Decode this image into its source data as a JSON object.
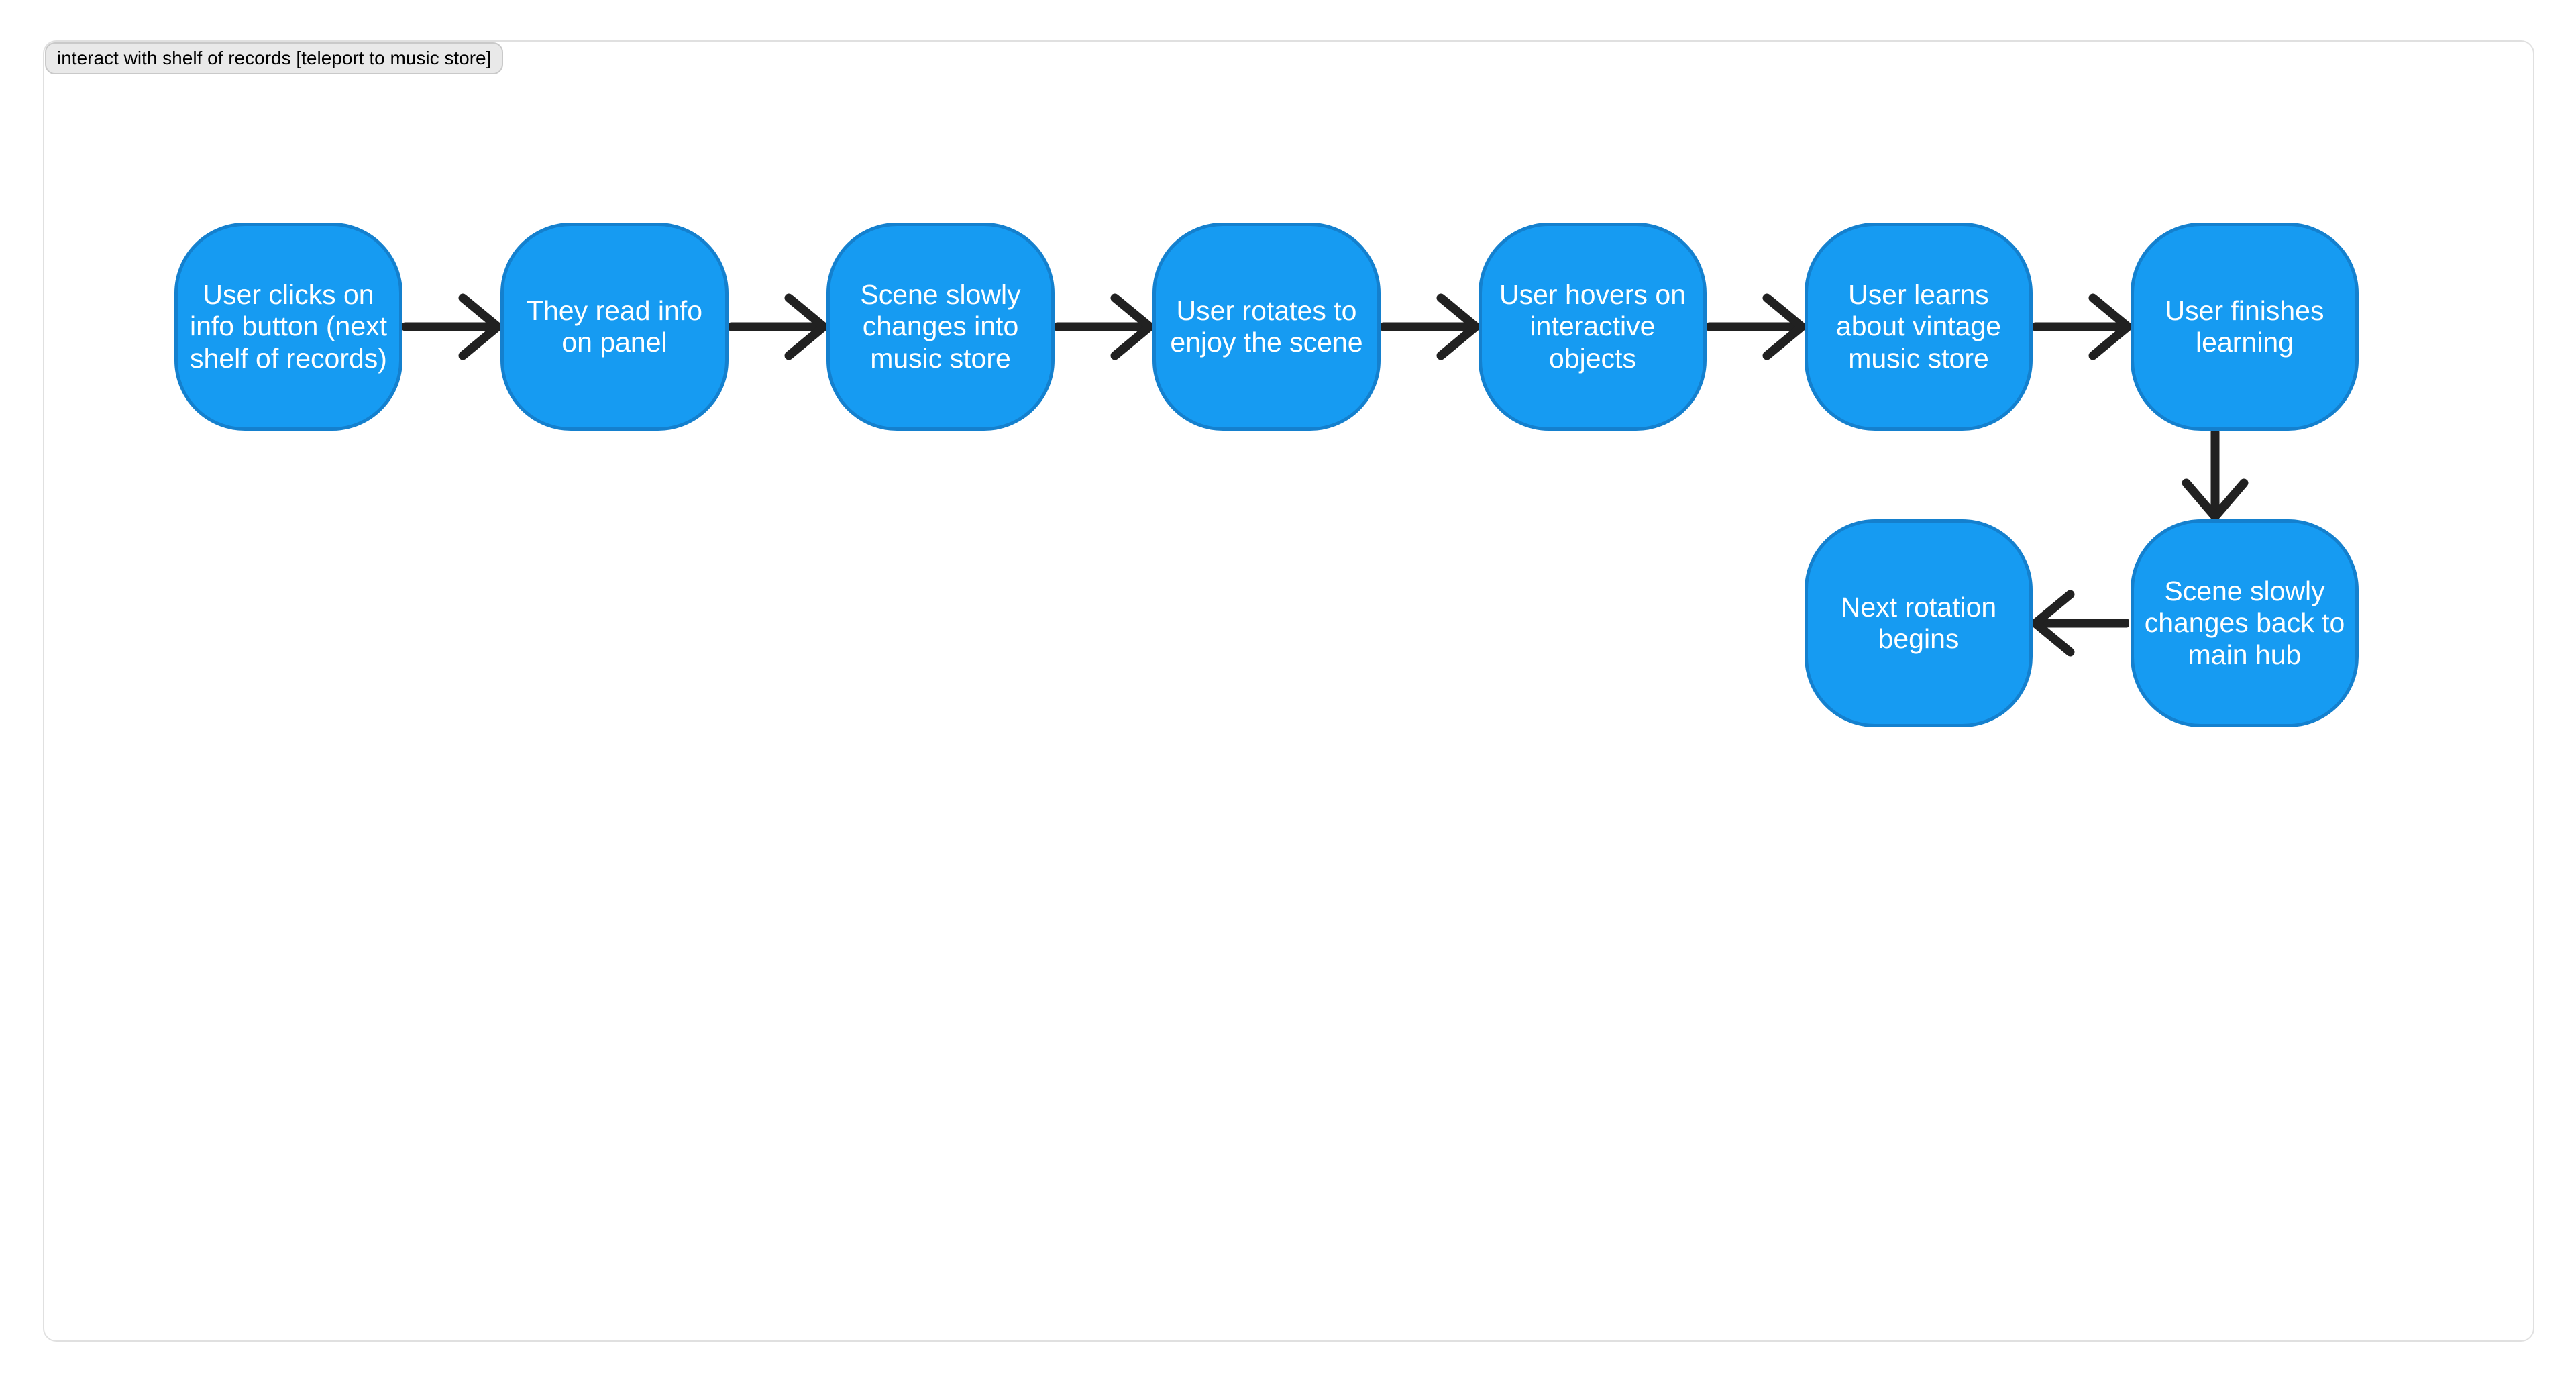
{
  "diagram": {
    "label": "interact with shelf of records [teleport to music store]",
    "nodes": [
      {
        "id": "user-clicks-info-button",
        "text": "User clicks on\ninfo button (next\nshelf of records)"
      },
      {
        "id": "read-info-on-panel",
        "text": "They read info\non panel"
      },
      {
        "id": "scene-changes-into-music-store",
        "text": "Scene slowly\nchanges into\nmusic store"
      },
      {
        "id": "user-rotates-to-enjoy-scene",
        "text": "User rotates to\nenjoy the scene"
      },
      {
        "id": "user-hovers-interactive-objects",
        "text": "User hovers on\ninteractive\nobjects"
      },
      {
        "id": "user-learns-vintage-music-store",
        "text": "User learns\nabout vintage\nmusic store"
      },
      {
        "id": "user-finishes-learning",
        "text": "User finishes\nlearning"
      },
      {
        "id": "scene-changes-back-to-main-hub",
        "text": "Scene slowly\nchanges back to\nmain hub"
      },
      {
        "id": "next-rotation-begins",
        "text": "Next rotation\nbegins"
      }
    ],
    "icons": [
      "arrow-right-icon",
      "arrow-down-icon",
      "arrow-left-icon"
    ],
    "colors": {
      "background": "#ffffff",
      "canvas_border": "#e0e0e0",
      "label_bg": "#e9e9e9",
      "label_border": "#c9c9c9",
      "label_text": "#000000",
      "node_fill": "#169bf2",
      "node_border": "#1480ce",
      "node_text": "#ffffff",
      "arrow": "#212121"
    }
  }
}
